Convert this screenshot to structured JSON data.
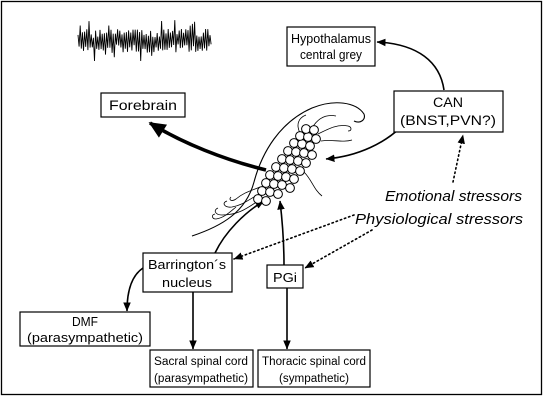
{
  "diagram": {
    "forebrain": {
      "label": "Forebrain"
    },
    "hypothalamus": {
      "lines": [
        "Hypothalamus",
        "central grey"
      ]
    },
    "can": {
      "lines": [
        "CAN",
        "(BNST,PVN?)"
      ]
    },
    "barrington": {
      "lines": [
        "Barrington´s",
        "nucleus"
      ]
    },
    "pgi": {
      "label": "PGi"
    },
    "dmf": {
      "lines": [
        "DMF",
        "(parasympathetic)"
      ]
    },
    "sacral": {
      "lines": [
        "Sacral spinal cord",
        "(parasympathetic)"
      ]
    },
    "thoracic": {
      "lines": [
        "Thoracic spinal cord",
        "(sympathetic)"
      ]
    },
    "stressors": {
      "emotional": "Emotional stressors",
      "physiological": "Physiological stressors"
    }
  },
  "colors": {
    "ink": "#000000",
    "background": "#ffffff"
  }
}
